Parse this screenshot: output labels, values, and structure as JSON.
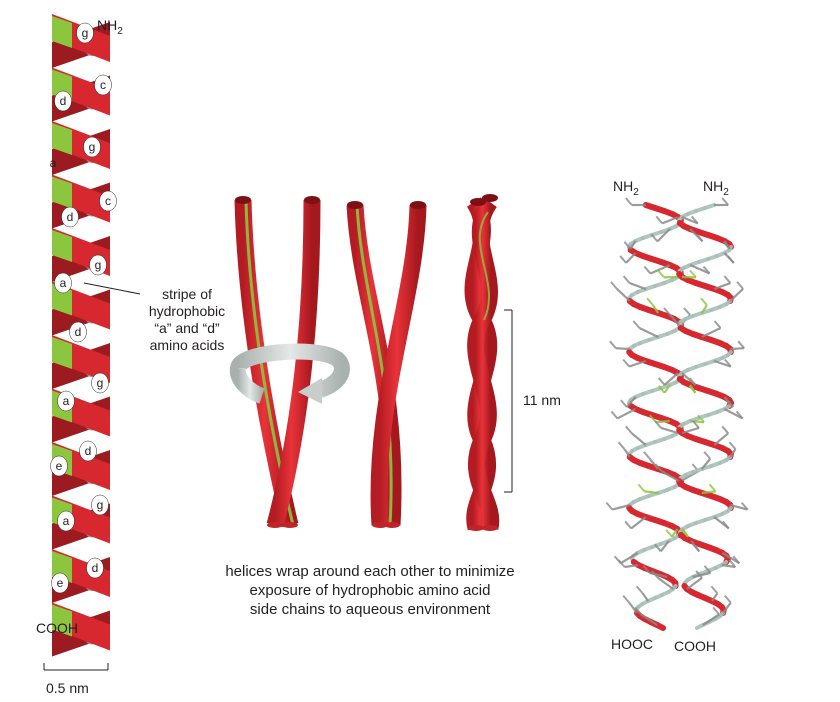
{
  "helix": {
    "nh2": "NH",
    "nh2_sub": "2",
    "cooh": "COOH",
    "positions": [
      "g",
      "c",
      "d",
      "g",
      "a",
      "d",
      "c",
      "a",
      "g",
      "d",
      "g",
      "a",
      "d",
      "e",
      "g",
      "a",
      "d",
      "e"
    ]
  },
  "stripe_label": [
    "stripe of",
    "hydrophobic",
    "“a” and “d”",
    "amino acids"
  ],
  "scale_label": "0.5 nm",
  "length_label": "11 nm",
  "caption": [
    "helices wrap around each other to minimize",
    "exposure of hydrophobic amino acid",
    "side chains to aqueous environment"
  ],
  "structure": {
    "nh2_left": "NH",
    "nh2_right": "NH",
    "sub": "2",
    "hooc": "HOOC",
    "cooh": "COOH"
  },
  "colors": {
    "red": "#d7282f",
    "dark_red": "#9b1b20",
    "green": "#8cc63f",
    "gray": "#939598",
    "arrow": "#c8cdcc"
  }
}
